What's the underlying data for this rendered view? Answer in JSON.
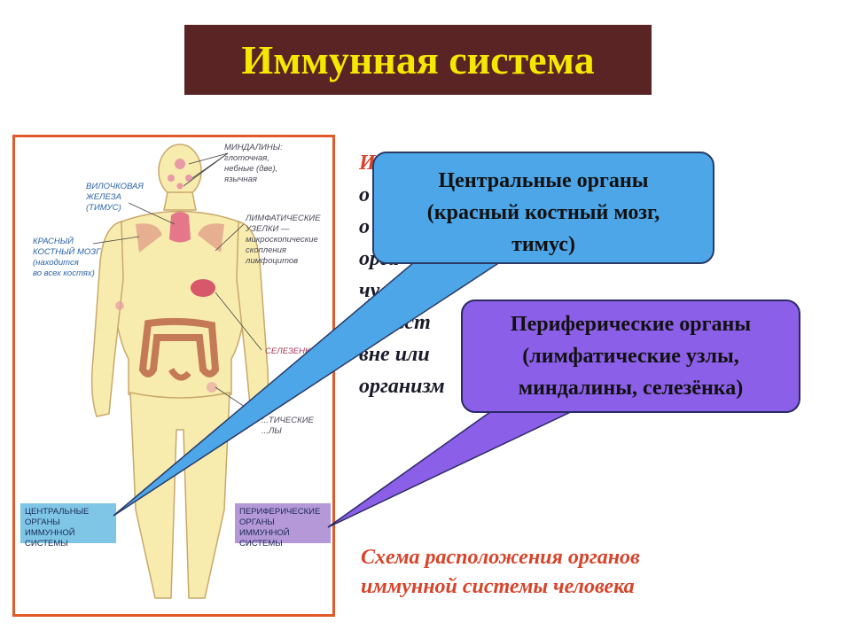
{
  "title": "Иммунная система",
  "diagram": {
    "labels": {
      "tonsils": "МИНДАЛИНЫ:\nглоточная,\nнебные (две),\nязычная",
      "thymus": "ВИЛОЧКОВАЯ\nЖЕЛЕЗА\n(ТИМУС)",
      "lymph_nodes": "ЛИМФАТИЧЕСКИЕ\nУЗЕЛКИ —\nмикроскопические\nскопления\nлимфоцитов",
      "marrow": "КРАСНЫЙ\nКОСТНЫЙ МОЗГ\n(находится\nво всех костях)",
      "spleen": "СЕЛЕЗЕНКА",
      "lymph_partial": "...ТИЧЕСКИЕ\n...ЛЫ"
    },
    "legend_central": "ЦЕНТРАЛЬНЫЕ\nОРГАНЫ\nИММУННОЙ СИСТЕМЫ",
    "legend_peripheral": "ПЕРИФЕРИЧЕСКИЕ\nОРГАНЫ ИММУННОЙ\nСИСТЕМЫ"
  },
  "body_text": {
    "line1": "И",
    "line2": "о",
    "line3": "о",
    "line4": "орга",
    "line5": "чу",
    "line6": "вещест",
    "line7": "вне или",
    "line8": "организм"
  },
  "callout_central": {
    "line1": "Центральные органы",
    "line2": "(красный костный мозг,",
    "line3": "тимус)"
  },
  "callout_peripheral": {
    "line1": "Периферические органы",
    "line2": "(лимфатические узлы,",
    "line3": "миндалины, селезёнка)"
  },
  "caption": {
    "line1": "Схема расположения органов",
    "line2": "иммунной системы человека"
  },
  "colors": {
    "title_bg": "#5a2424",
    "title_text": "#f5e800",
    "callout_central": "#4da6e8",
    "callout_peripheral": "#8c5fe8",
    "caption": "#d8442a"
  }
}
